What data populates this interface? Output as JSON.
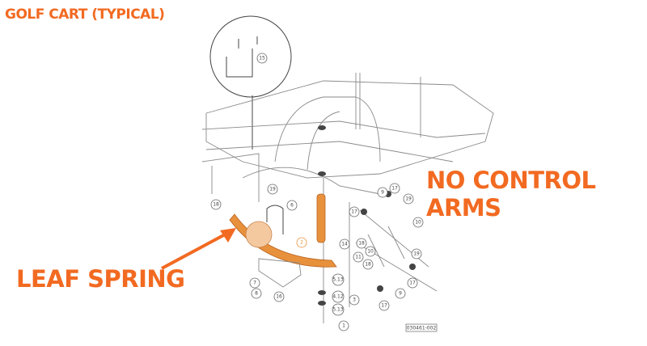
{
  "headings": {
    "title": "GOLF CART (TYPICAL)",
    "no_control_arms": "NO CONTROL ARMS",
    "leaf_spring": "LEAF SPRING"
  },
  "colors": {
    "accent": "#f26a21",
    "spring": "#e8913c",
    "line": "#8a8a8a"
  },
  "callouts": [
    "15",
    "19",
    "18",
    "6",
    "2",
    "14",
    "11",
    "17",
    "9",
    "17",
    "19",
    "10",
    "19",
    "18",
    "10",
    "18",
    "17",
    "9",
    "17",
    "3",
    "5.13",
    "4.12",
    "5.13",
    "1",
    "16",
    "7",
    "8"
  ],
  "figure_code": "030461-002"
}
